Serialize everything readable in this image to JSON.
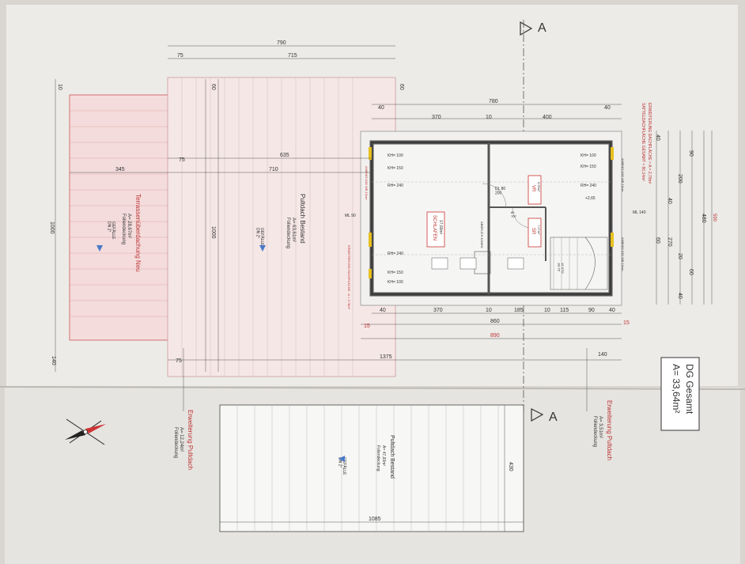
{
  "section_marks": [
    "A",
    "A"
  ],
  "plan_box": {
    "title": "DG Gesamt",
    "area": "A= 33,64m²"
  },
  "rooms": {
    "schlafen": {
      "name": "SCHLAFEN",
      "area": "17,69m²"
    },
    "vr": {
      "name": "VR",
      "area": "6,99m²"
    },
    "sr": {
      "name": "SR",
      "area": "7,07m²"
    },
    "kamin": "ABBRUCH KAMIN",
    "stairs": "15 STG\n18/ 25"
  },
  "roofs": {
    "terrasse": {
      "title": "Terrassenüberdachung Neu",
      "area": "A= 28,67m²",
      "cover": "Foliendeckung",
      "slope": "GEFÄLLE\nDN 2°"
    },
    "pultdach_top": {
      "title": "Pultdach Bestand",
      "area": "A= 63,61m²",
      "cover": "Foliendeckung",
      "slope": "GEFÄLLE\nDN 2°"
    },
    "pultdach_bottom": {
      "title": "Pultdach Bestand",
      "area": "A= 47,93m²",
      "cover": "Foliendeckung",
      "slope": "GEFÄLLE\nDN 2°"
    },
    "erw_left": {
      "title": "Erweiterung Pultdach",
      "area": "A= 12,24m²",
      "cover": "Foliendeckung"
    },
    "erw_right": {
      "title": "Erweiterung Pultdach",
      "area": "A= 3,51m²",
      "cover": "Foliendeckung"
    },
    "sattel": {
      "line1": "SATTELDACHFLÄCHE GESAMT = 80,14m²",
      "line2": "ERWEITERUNG DACHFLÄCHE = A = 2,78m²"
    },
    "erw_dach_left": "ERWEITERUNG DACHFLÄCHE - A = 2,78m²",
    "anbindung_top": "ANBINDUNG WB 10cm",
    "anbindung_bottom": "ANBINDUNG WB 10cm",
    "anbindung_left": "ANBINDUNG WB 10cm"
  },
  "heights": {
    "kh100a": "KH= 100",
    "kh150a": "KH= 150",
    "rh240a": "RH= 240",
    "rh240b": "RH= 240",
    "kh150b": "KH= 150",
    "kh100b": "KH= 100",
    "kh100c": "KH= 100",
    "kh150c": "KH= 150",
    "rh240c": "RH= 240",
    "ml90": "ML 90",
    "ml140": "ML 140",
    "dl80": "DL 80\n200",
    "h265": "+2,65",
    "win": "80\n160"
  },
  "dims": {
    "top": [
      "790",
      "75",
      "715"
    ],
    "top2": [
      "780",
      "40",
      "40",
      "370",
      "10",
      "400"
    ],
    "left": [
      "345",
      "75",
      "635",
      "710"
    ],
    "bottom": [
      "40",
      "370",
      "10",
      "185",
      "10",
      "115",
      "90",
      "40",
      "15",
      "860",
      "15",
      "890",
      "1375",
      "75",
      "140"
    ],
    "vert_left": [
      "10",
      "60",
      "60",
      "1000",
      "1000",
      "140"
    ],
    "vert_right": [
      "590",
      "480",
      "90",
      "200",
      "40",
      "270",
      "20",
      "60",
      "40",
      "60",
      "40"
    ],
    "bottom_roof": [
      "430",
      "1085"
    ]
  }
}
